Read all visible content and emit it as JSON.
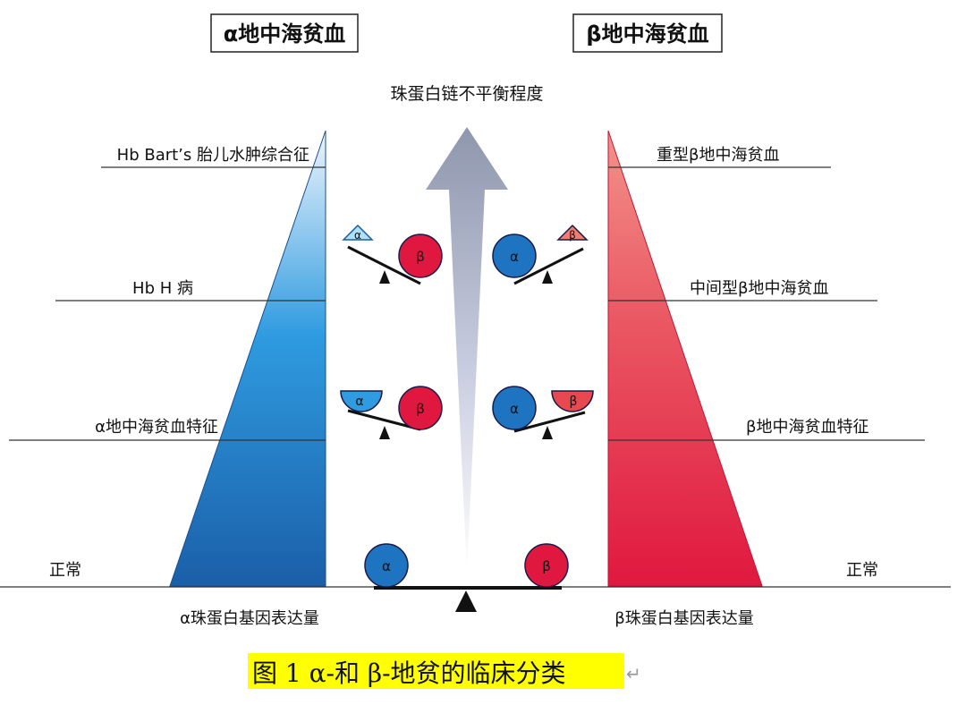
{
  "titles": {
    "alpha": "α地中海贫血",
    "beta": "β地中海贫血"
  },
  "center_label": "珠蛋白链不平衡程度",
  "left_levels": [
    "Hb Bart’s 胎儿水肿综合征",
    "Hb H 病",
    "α地中海贫血特征",
    "正常"
  ],
  "right_levels": [
    "重型β地中海贫血",
    "中间型β地中海贫血",
    "β地中海贫血特征",
    "正常"
  ],
  "axis_labels": {
    "alpha": "α珠蛋白基因表达量",
    "beta": "β珠蛋白基因表达量"
  },
  "chain_labels": {
    "alpha": "α",
    "beta": "β"
  },
  "caption": "图 1 α-和 β-地贫的临床分类",
  "caption_mark": "↵",
  "colors": {
    "alpha_dark": "#1a5fa8",
    "alpha_mid": "#2f9be0",
    "alpha_light": "#e8f2fb",
    "beta_dark": "#e0183f",
    "beta_light": "#f2908a",
    "arrow": "#8f97ad",
    "caption_highlight": "#ffff00"
  }
}
